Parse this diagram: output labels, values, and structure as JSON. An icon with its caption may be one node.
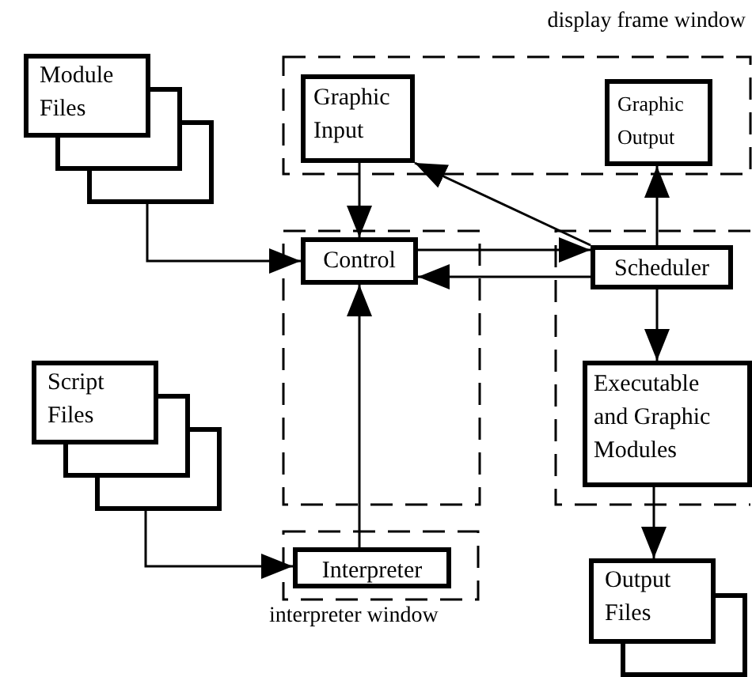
{
  "diagram": {
    "nodes": [
      {
        "text": [
          "display frame window"
        ]
      },
      {
        "text": [
          "Graphic Input"
        ],
        "in": 0
      },
      {
        "text": [
          "Graphic Output"
        ],
        "in": 0
      },
      {
        "text": [
          "Module Files"
        ]
      },
      {
        "text": [],
        "shape": "box"
      },
      {
        "text": [
          "Control"
        ],
        "in": 4
      },
      {
        "text": [],
        "shape": "box"
      },
      {
        "text": [
          "Scheduler"
        ],
        "in": 6
      },
      {
        "text": [
          "Script Files"
        ]
      },
      {
        "text": [
          "Executable and Graphic Modules"
        ],
        "in": 6
      },
      {
        "text": [
          "interpreter window"
        ]
      },
      {
        "text": [
          "Interpreter"
        ],
        "in": 10
      },
      {
        "text": [
          "Output Files"
        ]
      }
    ],
    "edges": [
      {
        "from": 3,
        "to": 5,
        "arrow": "to"
      },
      {
        "from": 1,
        "to": 5,
        "arrow": "to"
      },
      {
        "from": 7,
        "to": 1,
        "arrow": "to"
      },
      {
        "from": 5,
        "to": 7,
        "arrow": "to"
      },
      {
        "from": 7,
        "to": 5,
        "arrow": "to"
      },
      {
        "from": 7,
        "to": 2,
        "arrow": "to"
      },
      {
        "from": 7,
        "to": 9,
        "arrow": "to"
      },
      {
        "from": 11,
        "to": 5,
        "arrow": "to"
      },
      {
        "from": 8,
        "to": 11,
        "arrow": "to"
      },
      {
        "from": 9,
        "to": 12,
        "arrow": "to"
      }
    ]
  }
}
